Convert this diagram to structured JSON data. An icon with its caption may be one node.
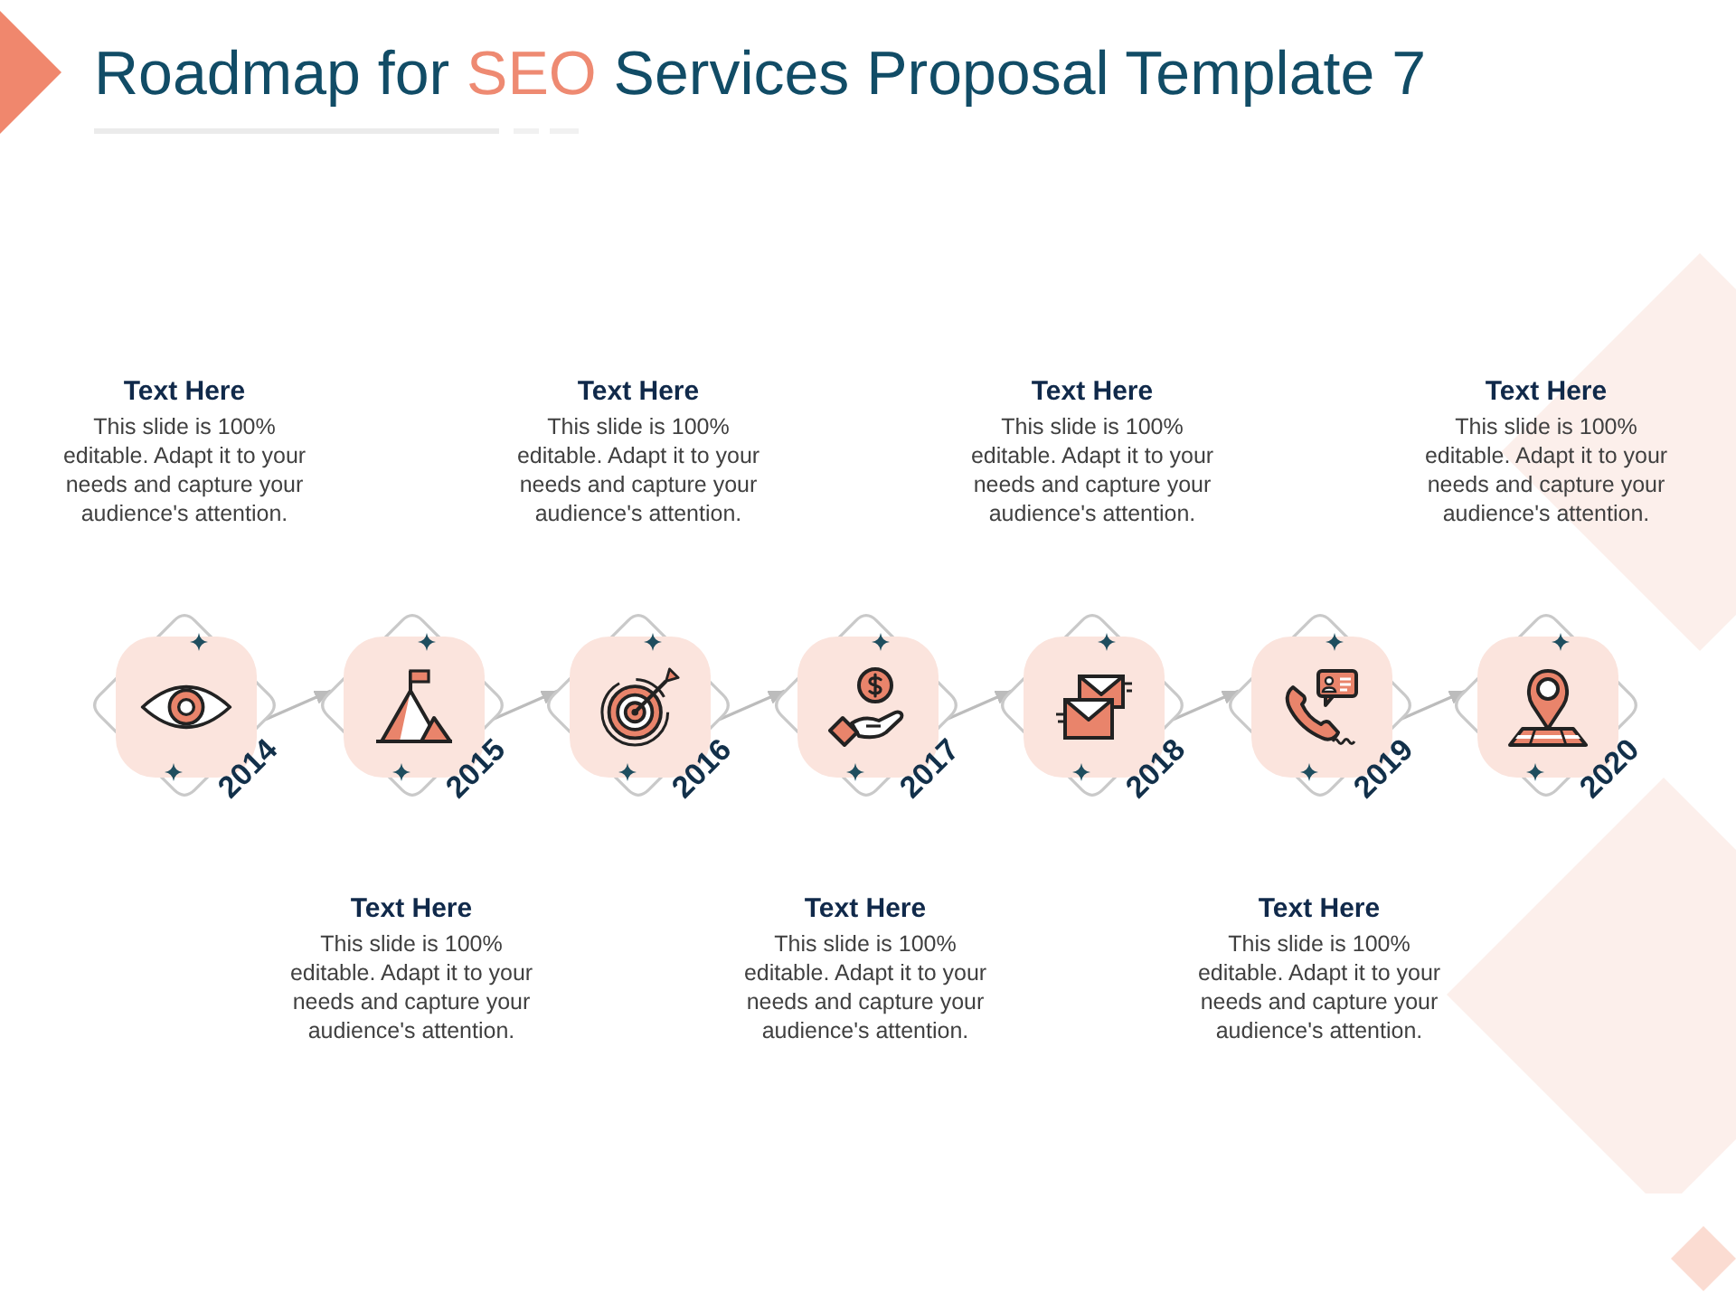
{
  "diagram": {
    "title": "Roadmap for SEO Services Proposal Template 7",
    "nodes": [
      {
        "text": [
          "2014"
        ],
        "beside": [
          "Text Here",
          "This slide is 100% editable. Adapt it to your needs and capture your audience's attention."
        ]
      },
      {
        "text": [
          "2015"
        ],
        "beside": [
          "Text Here",
          "This slide is 100% editable. Adapt it to your needs and capture your audience's attention."
        ]
      },
      {
        "text": [
          "2016"
        ],
        "beside": [
          "Text Here",
          "This slide is 100% editable. Adapt it to your needs and capture your audience's attention."
        ]
      },
      {
        "text": [
          "2017"
        ],
        "beside": [
          "Text Here",
          "This slide is 100% editable. Adapt it to your needs and capture your audience's attention."
        ]
      },
      {
        "text": [
          "2018"
        ],
        "beside": [
          "Text Here",
          "This slide is 100% editable. Adapt it to your needs and capture your audience's attention."
        ]
      },
      {
        "text": [
          "2019"
        ],
        "beside": [
          "Text Here",
          "This slide is 100% editable. Adapt it to your needs and capture your audience's attention."
        ]
      },
      {
        "text": [
          "2020"
        ],
        "beside": [
          "Text Here",
          "This slide is 100% editable. Adapt it to your needs and capture your audience's attention."
        ]
      }
    ],
    "edges": [
      {
        "from": 0,
        "to": 1,
        "arrow": "to"
      },
      {
        "from": 1,
        "to": 2,
        "arrow": "to"
      },
      {
        "from": 2,
        "to": 3,
        "arrow": "to"
      },
      {
        "from": 3,
        "to": 4,
        "arrow": "to"
      },
      {
        "from": 4,
        "to": 5,
        "arrow": "to"
      },
      {
        "from": 5,
        "to": 6,
        "arrow": "to"
      }
    ]
  }
}
